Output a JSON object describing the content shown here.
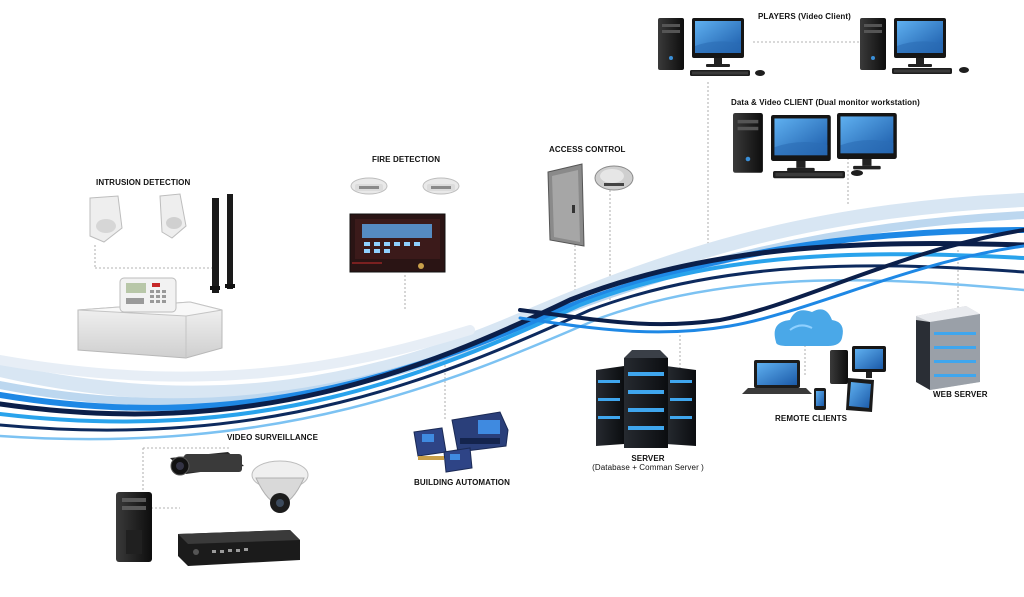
{
  "labels": {
    "players": "PLAYERS (Video Client)",
    "data_video_client": "Data & Video CLIENT (Dual monitor workstation)",
    "intrusion_detection": "INTRUSION DETECTION",
    "fire_detection": "FIRE DETECTION",
    "access_control": "ACCESS CONTROL",
    "video_surveillance": "VIDEO SURVEILLANCE",
    "building_automation": "BUILDING AUTOMATION",
    "server": "SERVER",
    "server_sub": "(Database + Comman Server )",
    "remote_clients": "REMOTE CLIENTS",
    "web_server": "WEB SERVER"
  },
  "colors": {
    "wave_dark": "#0b1f4a",
    "wave_blue": "#1e88e5",
    "wave_light": "#bcd7ef",
    "cloud": "#4aa8e8",
    "screen": "#2a74c0",
    "dark_device": "#1a1a1a"
  },
  "icons": [
    "desktop-pc-icon",
    "monitor-icon",
    "keyboard-icon",
    "motion-sensor-icon",
    "alarm-keypad-icon",
    "beam-sensor-icon",
    "smoke-detector-icon",
    "fire-panel-icon",
    "door-icon",
    "card-reader-icon",
    "cctv-camera-icon",
    "dome-camera-icon",
    "dvr-icon",
    "automation-controller-icon",
    "server-rack-icon",
    "cloud-icon",
    "laptop-icon",
    "tablet-icon",
    "phone-icon"
  ]
}
